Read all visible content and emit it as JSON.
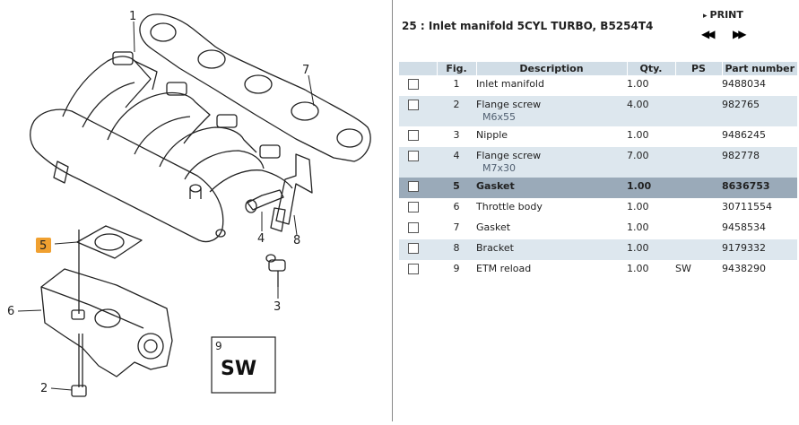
{
  "header": {
    "title": "25 : Inlet manifold 5CYL TURBO, B5254T4",
    "print_label": "PRINT",
    "prev_label": "◀◀",
    "next_label": "▶▶"
  },
  "table": {
    "columns": [
      "",
      "Fig.",
      "Description",
      "Qty.",
      "PS",
      "Part number"
    ],
    "rows": [
      {
        "fig": "1",
        "description": "Inlet manifold",
        "sub": "",
        "qty": "1.00",
        "ps": "",
        "part": "9488034"
      },
      {
        "fig": "2",
        "description": "Flange screw",
        "sub": "M6x55",
        "qty": "4.00",
        "ps": "",
        "part": "982765"
      },
      {
        "fig": "3",
        "description": "Nipple",
        "sub": "",
        "qty": "1.00",
        "ps": "",
        "part": "9486245"
      },
      {
        "fig": "4",
        "description": "Flange screw",
        "sub": "M7x30",
        "qty": "7.00",
        "ps": "",
        "part": "982778"
      },
      {
        "fig": "5",
        "description": "Gasket",
        "sub": "",
        "qty": "1.00",
        "ps": "",
        "part": "8636753"
      },
      {
        "fig": "6",
        "description": "Throttle body",
        "sub": "",
        "qty": "1.00",
        "ps": "",
        "part": "30711554"
      },
      {
        "fig": "7",
        "description": "Gasket",
        "sub": "",
        "qty": "1.00",
        "ps": "",
        "part": "9458534"
      },
      {
        "fig": "8",
        "description": "Bracket",
        "sub": "",
        "qty": "1.00",
        "ps": "",
        "part": "9179332"
      },
      {
        "fig": "9",
        "description": "ETM reload",
        "sub": "",
        "qty": "1.00",
        "ps": "SW",
        "part": "9438290"
      }
    ]
  },
  "diagram": {
    "callouts": [
      "1",
      "2",
      "3",
      "4",
      "5",
      "6",
      "7",
      "8",
      "9"
    ],
    "sw_label": "SW",
    "highlight_color": "#f0a030"
  }
}
